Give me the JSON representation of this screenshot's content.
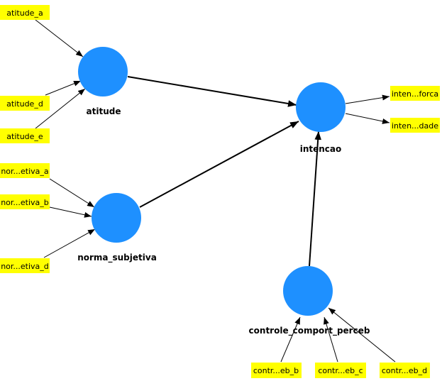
{
  "latents": {
    "atitude": "atitude",
    "intencao": "intencao",
    "norma": "norma_subjetiva",
    "controle": "controle_comport_perceb"
  },
  "indicators": {
    "atitude_a": "atitude_a",
    "atitude_d": "atitude_d",
    "atitude_e": "atitude_e",
    "norma_a": "nor...etiva_a",
    "norma_b": "nor...etiva_b",
    "norma_d": "nor...etiva_d",
    "intencao_forca": "inten...forca",
    "intencao_dade": "inten...dade",
    "controle_b": "contr...eb_b",
    "controle_c": "contr...eb_c",
    "controle_d": "contr...eb_d"
  },
  "colors": {
    "latent_fill": "#1e90ff",
    "indicator_fill": "#ffff00",
    "edge": "#000000"
  }
}
